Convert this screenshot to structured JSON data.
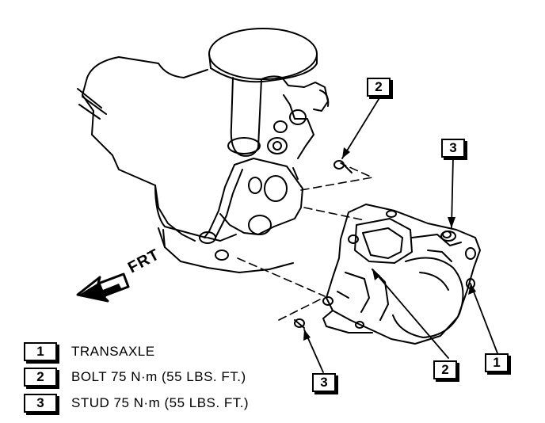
{
  "diagram": {
    "front_arrow_label": "FRT",
    "callouts": [
      {
        "id": "transaxle",
        "number": "1"
      },
      {
        "id": "bolt_upper",
        "number": "2"
      },
      {
        "id": "bolt_lower",
        "number": "2"
      },
      {
        "id": "stud_upper",
        "number": "3"
      },
      {
        "id": "stud_lower",
        "number": "3"
      }
    ]
  },
  "legend": [
    {
      "number": "1",
      "text": "TRANSAXLE"
    },
    {
      "number": "2",
      "text": "BOLT 75 N·m (55 LBS. FT.)"
    },
    {
      "number": "3",
      "text": "STUD 75 N·m (55 LBS. FT.)"
    }
  ]
}
